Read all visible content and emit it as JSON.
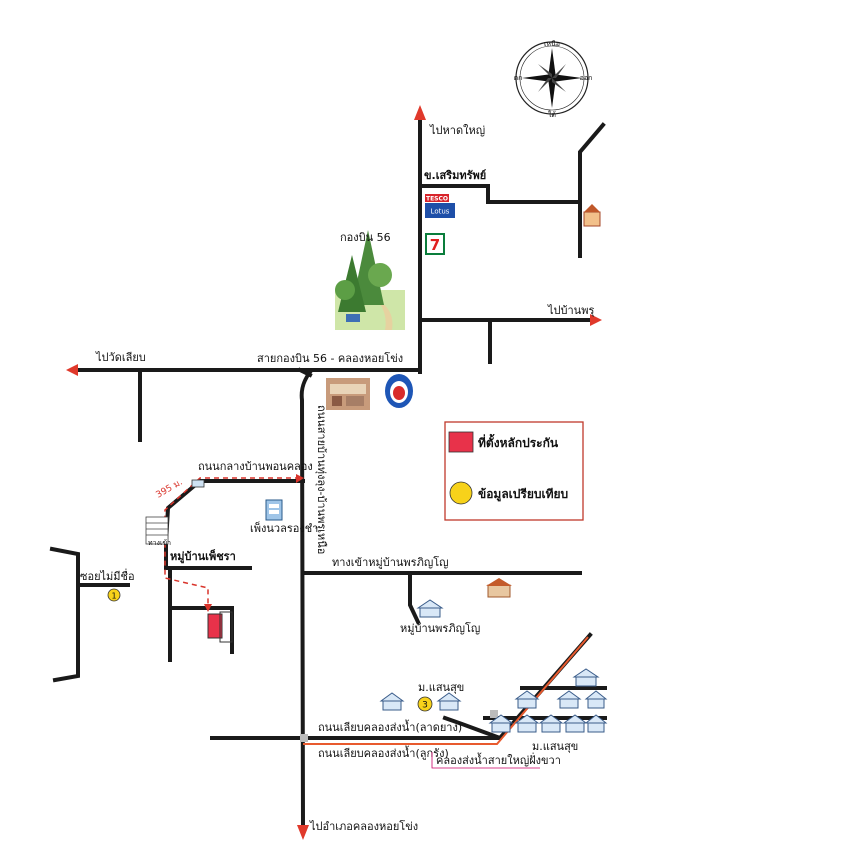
{
  "compass": {
    "north": "เหนือ",
    "south": "ใต้",
    "west": "ตก",
    "east": "ออก"
  },
  "labels": {
    "to_hat_yai": "ไปหาดใหญ่",
    "charoen_sap": "ข.เสริมทรัพย์",
    "wing56": "กองบิน 56",
    "to_ban_phru": "ไปบ้านพรุ",
    "to_wat_khian": "ไปวัดเลียบ",
    "road_wing56": "สายกองบิน 56 - คลองหอยโข่ง",
    "road_north_south": "ถนนสายบ้านทุ่งลุง-บ้านพรุเหนือ",
    "road_ban_phon": "ถนนกลางบ้านพอนคลอง",
    "dist": "395 ม.",
    "pheng_village": "เพ็งนวลรองชำ",
    "soi_no_name": "ซอยไม่มีชื่อ",
    "moo_ban_phetchara": "หมู่บ้านเพ็ชรา",
    "gate": "ทางเข้า",
    "entrance_pornpiyo": "ทางเข้าหมู่บ้านพรภิญโญ",
    "moo_ban_pornpiyo": "หมู่บ้านพรภิญโญ",
    "m_saensuk_1": "ม.แสนสุข",
    "m_saensuk_2": "ม.แสนสุข",
    "road_canal_left": "ถนนเลียบคลองส่งน้ำ(ลาดยาง)",
    "road_canal_right": "ถนนเลียบคลองส่งน้ำ(ลูกรัง)",
    "canal_name": "คลองส่งน้ำสายใหญ่ฝั่งขวา",
    "to_khlong_hoi_khong": "ไปอำเภอคลองหอยโข่ง",
    "tesco_top": "TESCO",
    "tesco_bottom": "Lotus",
    "seven": "7",
    "marker1": "1",
    "marker3": "3"
  },
  "legend": {
    "collateral": "ที่ตั้งหลักประกัน",
    "comparison": "ข้อมูลเปรียบเทียบ"
  },
  "colors": {
    "collateral": "#e8324a",
    "comparison": "#f7d21a",
    "arrow": "#e0392b",
    "canal": "#e85a2e",
    "road_ghost": "#1a1a1a"
  }
}
